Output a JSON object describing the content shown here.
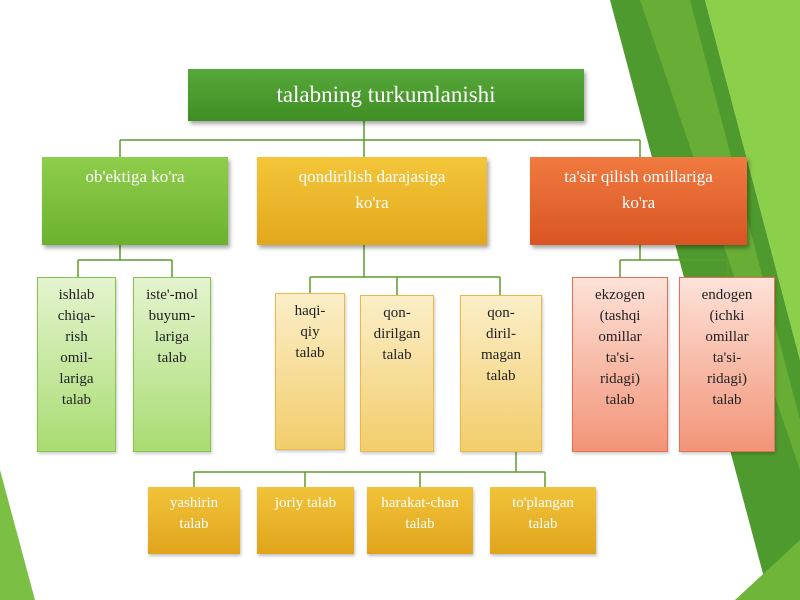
{
  "title": "talabning turkumlanishi",
  "categories": [
    {
      "label": "ob'ektiga ko'ra"
    },
    {
      "label": "qondirilish darajasiga\nko'ra"
    },
    {
      "label": "ta'sir qilish omillariga\nko'ra"
    }
  ],
  "leaves": [
    {
      "label": "ishlab\nchiqa-\nrish\nomil-\nlariga\ntalab"
    },
    {
      "label": "iste'-mol\nbuyum-\nlariga\ntalab"
    },
    {
      "label": "haqi-\nqiy\ntalab"
    },
    {
      "label": "qon-\ndirilgan\ntalab"
    },
    {
      "label": "qon-\ndiril-\nmagan\ntalab"
    },
    {
      "label": "ekzogen\n(tashqi\nomillar\nta'si-\nridagi)\ntalab"
    },
    {
      "label": "endogen\n(ichki\nomillar\nta'si-\nridagi)\ntalab"
    }
  ],
  "bottom": [
    {
      "label": "yashirin\ntalab"
    },
    {
      "label": "joriy talab"
    },
    {
      "label": "harakat-chan\ntalab"
    },
    {
      "label": "to'plangan\ntalab"
    }
  ],
  "colors": {
    "title": "#4c9d31",
    "green": "#7bbf3a",
    "yellow": "#eab62a",
    "orange": "#e4632f",
    "connector": "#5a9e2a"
  }
}
